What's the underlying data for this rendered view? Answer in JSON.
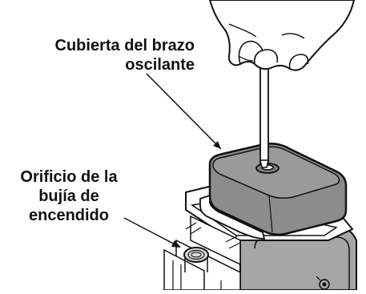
{
  "callouts": {
    "rocker_cover": {
      "line1": "Cubierta del brazo",
      "line2": "oscilante"
    },
    "spark_plug_hole": {
      "line1": "Orificio de la",
      "line2": "bujía de",
      "line3": "encendido"
    }
  },
  "colors": {
    "cover_fill": "#8c8c8c",
    "cover_top": "#9a9a9a",
    "engine_fill": "#a6a6a6",
    "outline": "#111111",
    "background": "#ffffff"
  },
  "icons": [
    "hand-icon",
    "screwdriver-icon",
    "rocker-cover-icon",
    "spark-plug-hole-icon"
  ]
}
